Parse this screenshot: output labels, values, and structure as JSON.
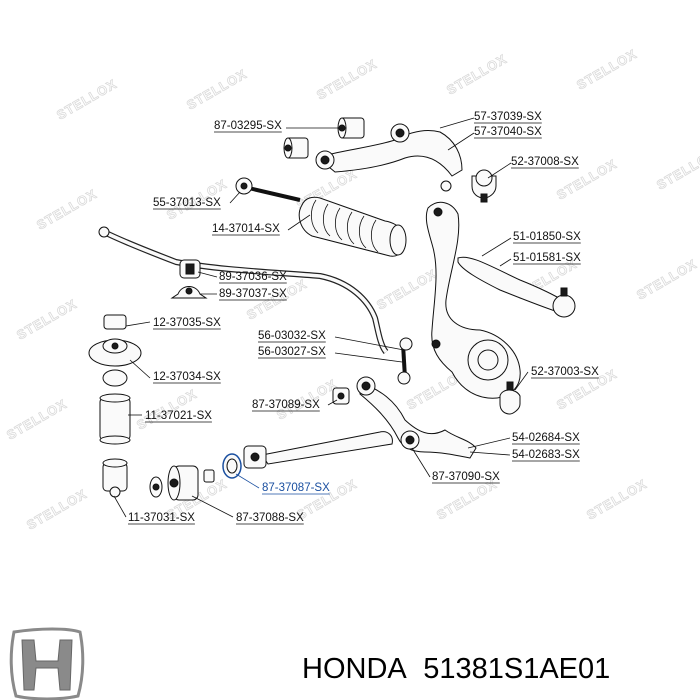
{
  "watermark_text": "STELLOX",
  "highlight_color": "#1a4fa0",
  "part_labels": [
    "87-03295-SX",
    "57-37039-SX",
    "57-37040-SX",
    "52-37008-SX",
    "55-37013-SX",
    "14-37014-SX",
    "51-01850-SX",
    "51-01581-SX",
    "89-37036-SX",
    "89-37037-SX",
    "12-37035-SX",
    "12-37034-SX",
    "56-03032-SX",
    "56-03027-SX",
    "52-37003-SX",
    "87-37089-SX",
    "11-37021-SX",
    "54-02684-SX",
    "54-02683-SX",
    "87-37087-SX",
    "87-37090-SX",
    "11-37031-SX",
    "87-37088-SX"
  ],
  "highlighted_part": "87-37087-SX",
  "logo": {
    "name": "honda-h-logo"
  },
  "caption": {
    "brand": "HONDA",
    "part_number": "51381S1AE01"
  }
}
